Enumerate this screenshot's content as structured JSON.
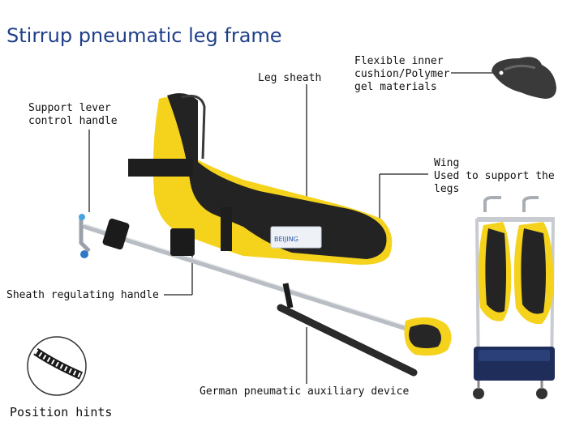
{
  "page": {
    "title": "Stirrup pneumatic leg frame",
    "callouts": {
      "flexible_inner": "Flexible inner\ncushion/Polymer\ngel materials",
      "leg_sheath": "Leg sheath",
      "support_lever": "Support lever\ncontrol handle",
      "wing": "Wing\nUsed to support the\nlegs",
      "sheath_regulating": "Sheath regulating handle",
      "german_pneumatic": "German pneumatic auxiliary device",
      "position_hints": "Position hints"
    },
    "product_logo": "BEIJING"
  },
  "colors": {
    "title": "#1f3f8a",
    "sheath_yellow": "#f5d21c",
    "pad_black": "#222222",
    "cart_navy": "#1e2d5a",
    "steel": "#b9bec4"
  }
}
